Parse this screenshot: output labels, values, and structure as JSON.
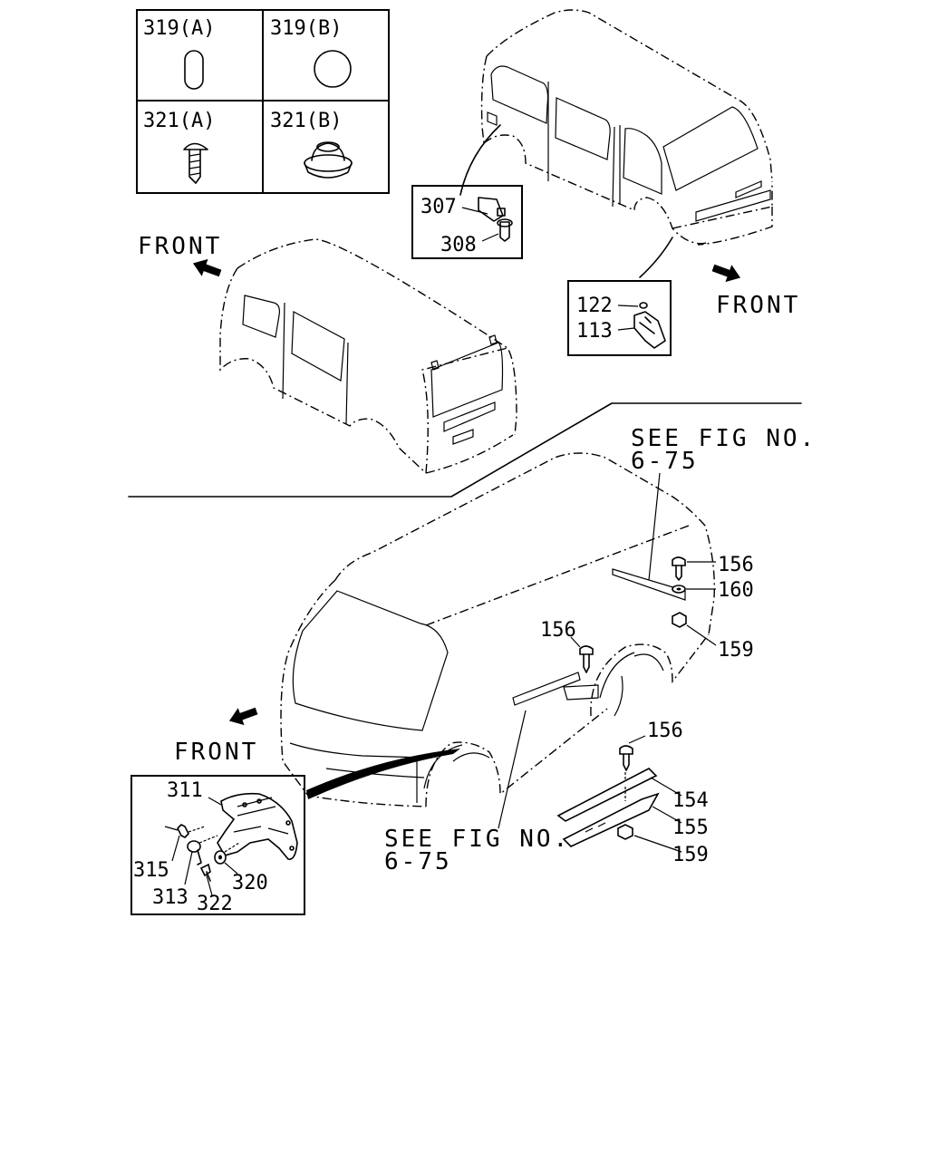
{
  "legend": {
    "cells": [
      {
        "id": "319-a",
        "label": "319(A)"
      },
      {
        "id": "319-b",
        "label": "319(B)"
      },
      {
        "id": "321-a",
        "label": "321(A)"
      },
      {
        "id": "321-b",
        "label": "321(B)"
      }
    ]
  },
  "callouts": {
    "p307": "307",
    "p308": "308",
    "p122": "122",
    "p113": "113",
    "p156a": "156",
    "p160": "160",
    "p159a": "159",
    "p156b": "156",
    "p156c": "156",
    "p154": "154",
    "p155": "155",
    "p159b": "159",
    "p311": "311",
    "p315": "315",
    "p313": "313",
    "p322": "322",
    "p320": "320"
  },
  "front_labels": {
    "top_left": "FRONT",
    "top_right": "FRONT",
    "bottom_left": "FRONT"
  },
  "references": {
    "upper_right_line1": "SEE FIG NO.",
    "upper_right_line2": "6-75",
    "lower_line1": "SEE FIG NO.",
    "lower_line2": "6-75"
  }
}
